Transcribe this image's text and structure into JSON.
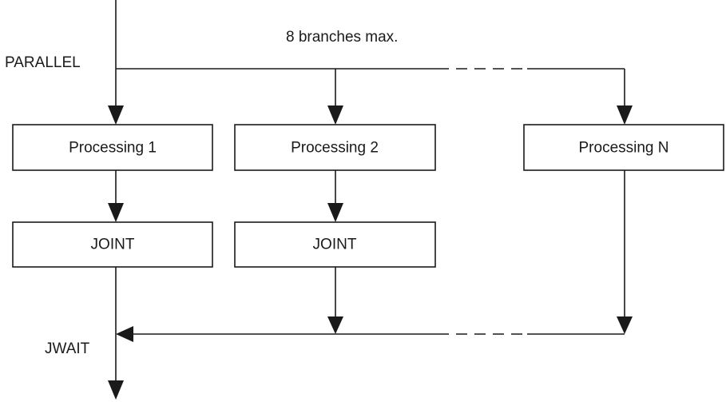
{
  "labels": {
    "parallel": "PARALLEL",
    "jwait": "JWAIT",
    "note": "8 branches max."
  },
  "boxes": {
    "processing_1": "Processing 1",
    "processing_2": "Processing 2",
    "processing_n": "Processing N",
    "joint_1": "JOINT",
    "joint_2": "JOINT"
  },
  "colors": {
    "stroke": "#1a1a1a",
    "background": "#ffffff"
  }
}
